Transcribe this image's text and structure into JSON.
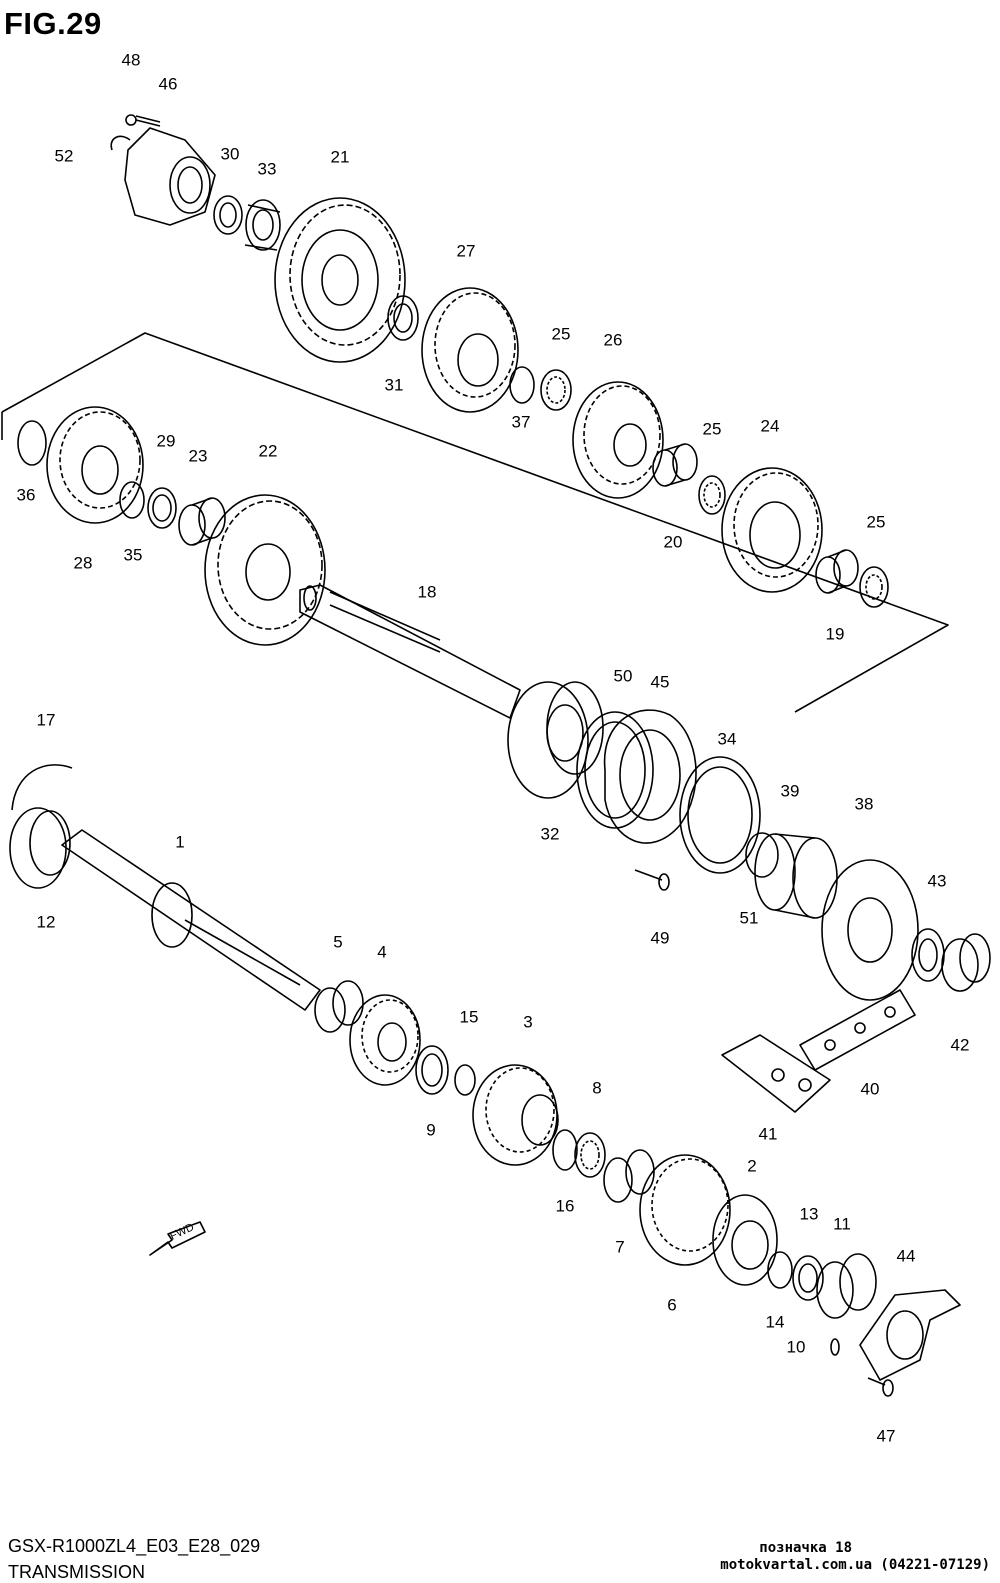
{
  "figure": {
    "title": "FIG.29"
  },
  "footer": {
    "model_code": "GSX-R1000ZL4_E03_E28_029",
    "section_name": "TRANSMISSION"
  },
  "watermark": {
    "line1": "позначка 18",
    "line2": "motokvartal.com.ua (04221-07129)"
  },
  "fwd_label": "FWD",
  "callouts": [
    "48",
    "46",
    "52",
    "30",
    "33",
    "21",
    "27",
    "31",
    "25",
    "26",
    "37",
    "36",
    "29",
    "23",
    "22",
    "25",
    "24",
    "28",
    "35",
    "20",
    "25",
    "18",
    "19",
    "50",
    "45",
    "17",
    "34",
    "39",
    "38",
    "1",
    "43",
    "32",
    "12",
    "49",
    "51",
    "5",
    "4",
    "15",
    "3",
    "42",
    "40",
    "9",
    "8",
    "41",
    "2",
    "16",
    "13",
    "11",
    "7",
    "44",
    "14",
    "6",
    "10",
    "47"
  ]
}
